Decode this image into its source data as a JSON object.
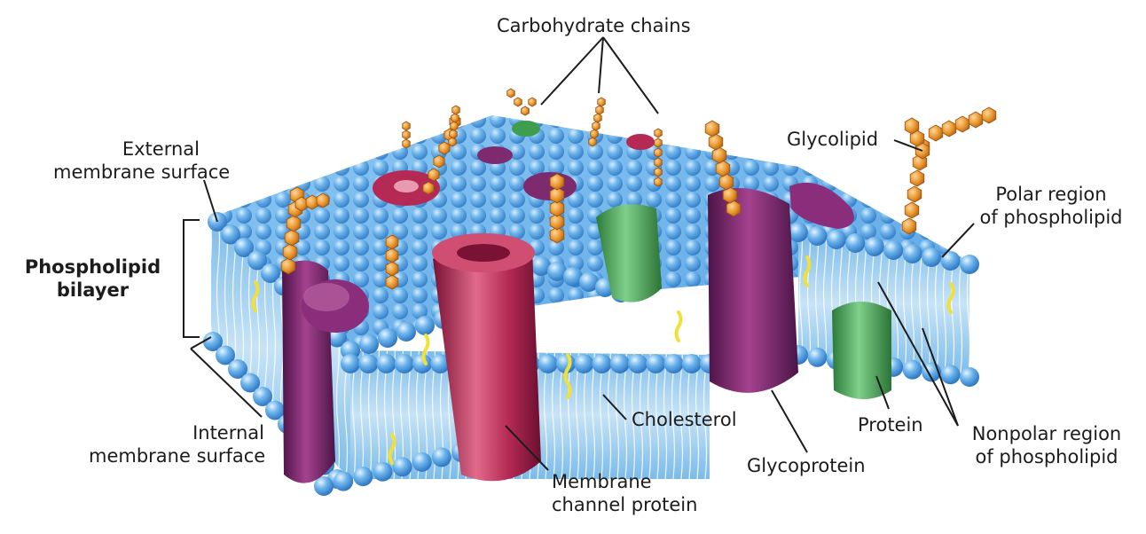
{
  "labels": {
    "carbohydrate_chains": "Carbohydrate chains",
    "glycolipid": "Glycolipid",
    "external_surface": [
      "External",
      "membrane surface"
    ],
    "polar_region": [
      "Polar region",
      "of phospholipid"
    ],
    "phospholipid_bilayer": [
      "Phospholipid",
      "bilayer"
    ],
    "internal_surface": [
      "Internal",
      "membrane surface"
    ],
    "cholesterol": "Cholesterol",
    "protein": "Protein",
    "nonpolar_region": [
      "Nonpolar region",
      "of phospholipid"
    ],
    "glycoprotein": "Glycoprotein",
    "channel_protein": [
      "Membrane",
      "channel protein"
    ]
  },
  "colors": {
    "membrane_top": "#6fb6ec",
    "head_group": "#5aa9e6",
    "tail_zone": "#a9d3f2",
    "channel_protein": "#b52a55",
    "glycoprotein": "#7d2a6e",
    "protein": "#3e9e4e",
    "cholesterol": "#f0e03a",
    "carbohydrate": "#e8962c"
  }
}
